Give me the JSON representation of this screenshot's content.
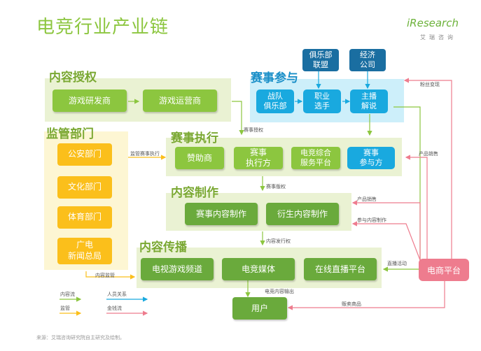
{
  "title": "电竞行业产业链",
  "logo": {
    "brand": "iResearch",
    "sub": "艾瑞咨询"
  },
  "sections": {
    "content_license": "内容授权",
    "regulators": "监管部门",
    "event_participation": "赛事参与",
    "event_execution": "赛事执行",
    "content_production": "内容制作",
    "content_distribution": "内容传播"
  },
  "nodes": {
    "game_developer": "游戏研发商",
    "game_operator": "游戏运营商",
    "public_security": "公安部门",
    "culture_dept": "文化部门",
    "sports_dept": "体育部门",
    "sarft": "广电\n新闻总局",
    "club_league": "俱乐部\n联盟",
    "brokerage": "经济\n公司",
    "team_club": "战队\n俱乐部",
    "pro_player": "职业\n选手",
    "host_commentator": "主播\n解说",
    "sponsor": "赞助商",
    "event_executor": "赛事\n执行方",
    "esports_platform": "电竞综合\n服务平台",
    "event_participant": "赛事\n参与方",
    "event_content": "赛事内容制作",
    "derivative_content": "衍生内容制作",
    "tv_channel": "电视游戏频道",
    "esports_media": "电竞媒体",
    "live_platform": "在线直播平台",
    "user": "用户",
    "esports_platform_right": "电商平台"
  },
  "edge_labels": {
    "event_license": "赛事授权",
    "regulate_events": "监管赛事执行",
    "event_copyright": "赛事版权",
    "content_release": "内容发行权",
    "content_supervision": "内容监管",
    "esports_content_output": "电竞内容输出",
    "product_sales_top": "产品销售",
    "product_sales": "产品销售",
    "participate_production": "参与内容制作",
    "live_activity": "直播活动",
    "fan_monetization": "粉丝变现",
    "sell_goods": "贩卖商品"
  },
  "legend": {
    "content_flow": "内容流",
    "personnel": "人员关系",
    "supervision": "监管",
    "money_flow": "金钱流"
  },
  "source": "来源：艾瑞咨询研究院自主研究及绘制。",
  "colors": {
    "green": "#8cc63f",
    "yellow": "#fbbf1b",
    "blue": "#19a9df",
    "navy": "#1a6ea1",
    "pink": "#ee7c8e"
  }
}
